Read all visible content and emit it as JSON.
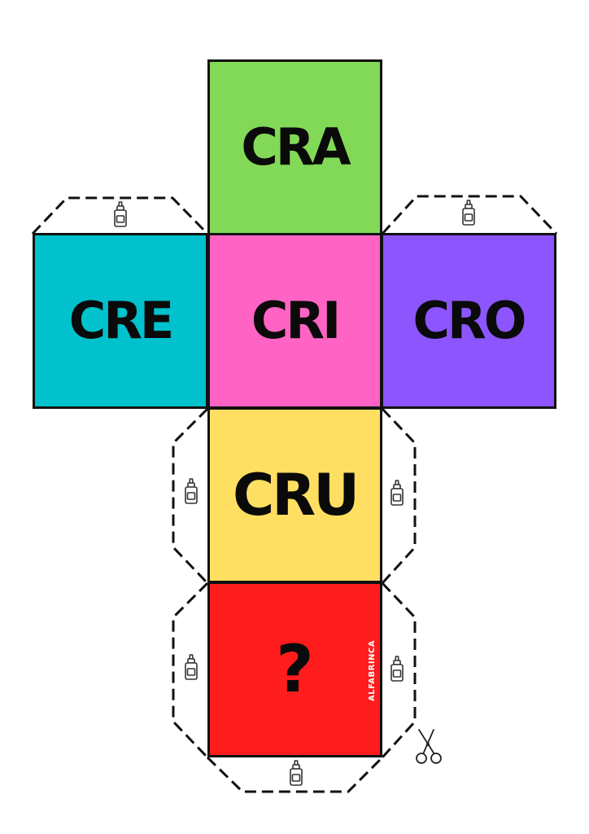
{
  "faces": {
    "top": {
      "label": "CRA",
      "color": "#82d957"
    },
    "left": {
      "label": "CRE",
      "color": "#00c1cc"
    },
    "center": {
      "label": "CRI",
      "color": "#ff64c4"
    },
    "right": {
      "label": "CRO",
      "color": "#8c55fe"
    },
    "middle_bottom": {
      "label": "CRU",
      "color": "#ffdf61"
    },
    "bottom": {
      "label": "?",
      "color": "#ff1c1c"
    }
  },
  "brand": "ALFABRINCA",
  "icons": {
    "glue": "glue-bottle-icon",
    "scissors": "scissors-icon"
  }
}
